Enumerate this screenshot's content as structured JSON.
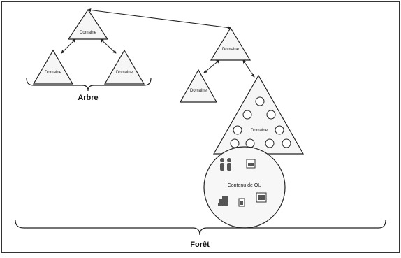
{
  "diagram": {
    "tree_label": "Arbre",
    "forest_label": "Forêt",
    "domains": {
      "tree_top": "Domaine",
      "tree_left": "Domaine",
      "tree_right": "Domaine",
      "root_right": "Domaine",
      "child_left": "Domaine",
      "big": "Domaine"
    },
    "ou_contents_label": "Contenu de OU",
    "icons": [
      "users-icon",
      "printer-icon",
      "computer-icon",
      "file-icon",
      "shared-folder-icon"
    ]
  }
}
